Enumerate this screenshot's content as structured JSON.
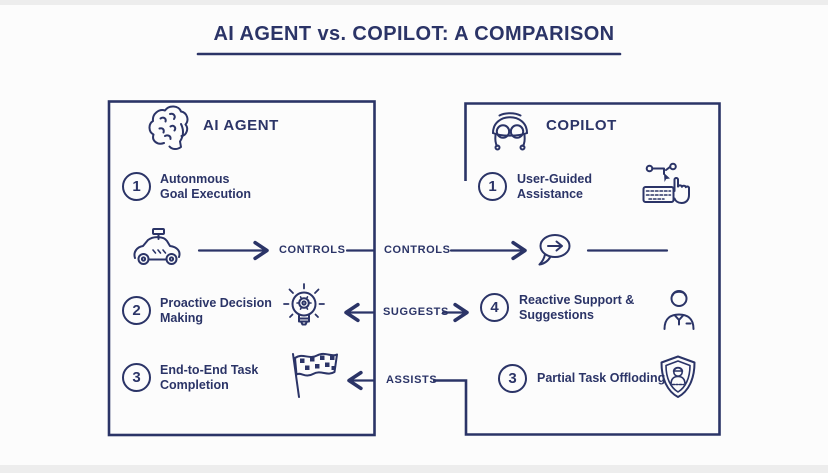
{
  "title": "AI AGENT vs. COPILOT: A COMPARISON",
  "colors": {
    "navy": "#2b3467",
    "background": "#fcfcfc"
  },
  "left_panel": {
    "header": {
      "label": "AI AGENT",
      "icon": "brain-icon"
    },
    "items": [
      {
        "number": "1",
        "line1": "Autonmous",
        "line2": "Goal Execution"
      },
      {
        "number": "2",
        "line1": "Proactive Decision",
        "line2": "Making"
      },
      {
        "number": "3",
        "line1": "End-to-End Task",
        "line2": "Completion"
      }
    ],
    "row_icons": [
      "autonomous-car-icon",
      "lightbulb-gear-icon",
      "checkered-flag-icon"
    ]
  },
  "right_panel": {
    "header": {
      "label": "COPILOT",
      "icon": "pilot-helmet-icon"
    },
    "items": [
      {
        "number": "1",
        "line1": "User-Guided",
        "line2": "Assistance",
        "icon": "keyboard-hand-icon"
      },
      {
        "number": "4",
        "line1": "Reactive Support &",
        "line2": "Suggestions",
        "icon": "person-icon"
      },
      {
        "number": "3",
        "line1": "Partial Task Offloding",
        "line2": "",
        "icon": "shield-person-icon"
      }
    ]
  },
  "connectors": {
    "controls_left": "CONTROLS",
    "controls_right": "CONTROLS",
    "suggests": "SUGGESTS",
    "assists": "ASSISTS",
    "middle_icon": "speech-bubble-arrow-icon"
  }
}
